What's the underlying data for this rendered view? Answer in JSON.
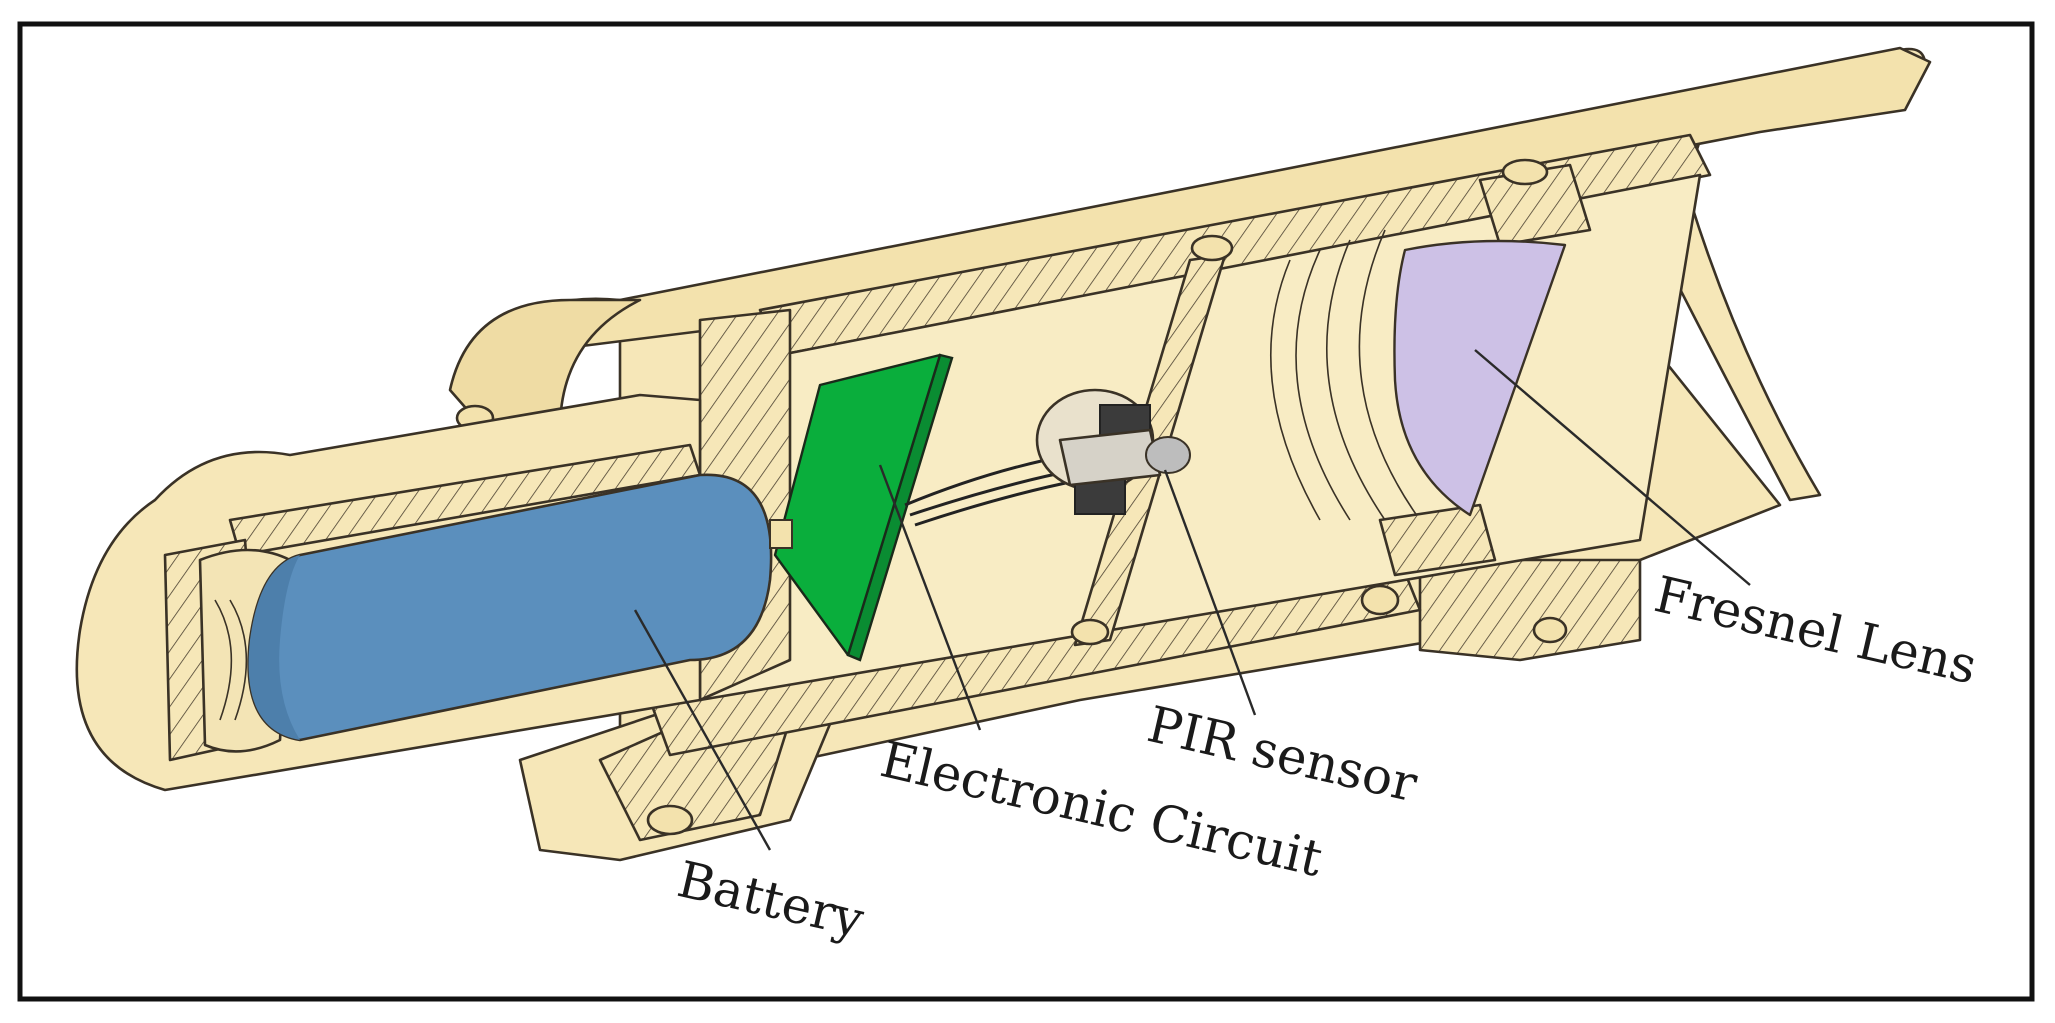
{
  "figure": {
    "type": "cutaway-diagram",
    "colors": {
      "housing": "#f6e7b8",
      "housing_shade": "#ead7a0",
      "outline": "#3a3226",
      "battery": "#5b8fbd",
      "circuit_board": "#0aae3c",
      "fresnel_lens": "#cdc1e6",
      "frame": "#111111",
      "background": "#ffffff"
    },
    "labels": {
      "battery": "Battery",
      "electronic_circuit": "Electronic Circuit",
      "pir_sensor": "PIR sensor",
      "fresnel_lens": "Fresnel Lens"
    }
  }
}
